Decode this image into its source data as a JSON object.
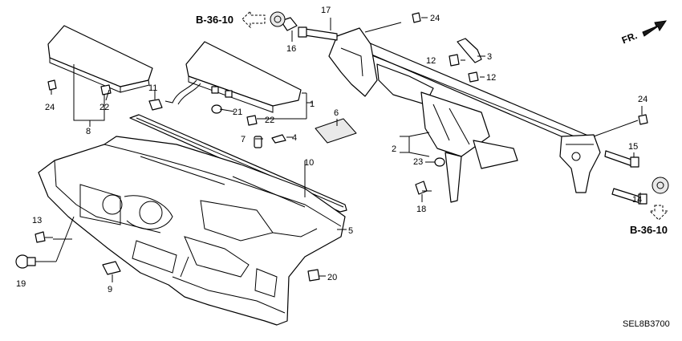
{
  "refs": {
    "top": "B-36-10",
    "bottom": "B-36-10"
  },
  "direction_label": "FR.",
  "diagram_code": "SEL8B3700",
  "callouts": {
    "c1": "1",
    "c2": "2",
    "c3": "3",
    "c4": "4",
    "c5": "5",
    "c6": "6",
    "c7": "7",
    "c8": "8",
    "c9": "9",
    "c10": "10",
    "c11": "11",
    "c12a": "12",
    "c12b": "12",
    "c13": "13",
    "c14": "14",
    "c15": "15",
    "c16": "16",
    "c17": "17",
    "c18": "18",
    "c19": "19",
    "c20": "20",
    "c21": "21",
    "c22a": "22",
    "c22b": "22",
    "c23": "23",
    "c24a": "24",
    "c24b": "24",
    "c24c": "24"
  }
}
